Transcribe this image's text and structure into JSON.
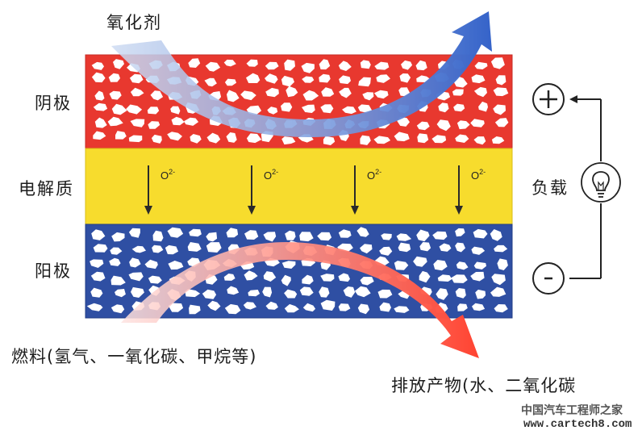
{
  "labels": {
    "oxidant": "氧化剂",
    "cathode": "阴极",
    "electrolyte": "电解质",
    "anode": "阳极",
    "load": "负载",
    "fuel": "燃料(氢气、一氧化碳、甲烷等)",
    "exhaust": "排放产物(水、二氧化碳"
  },
  "ion": {
    "base": "O",
    "charge": "2-"
  },
  "terminals": {
    "positive": "+",
    "negative": "−"
  },
  "watermark": {
    "line1": "中国汽车工程师之家",
    "line2": "www.cartech8.com"
  },
  "colors": {
    "cathode": "#e8382f",
    "electrolyte": "#f7dc2d",
    "anode": "#2f4fa3",
    "pore": "#ffffff",
    "oxidant_arrow": "#3f6fd0",
    "fuel_arrow": "#ff4d3b"
  },
  "icons": [
    "lightbulb-icon",
    "plus-terminal-icon",
    "minus-terminal-icon",
    "oxidant-arrow-icon",
    "fuel-arrow-icon",
    "ion-arrow-icon"
  ]
}
